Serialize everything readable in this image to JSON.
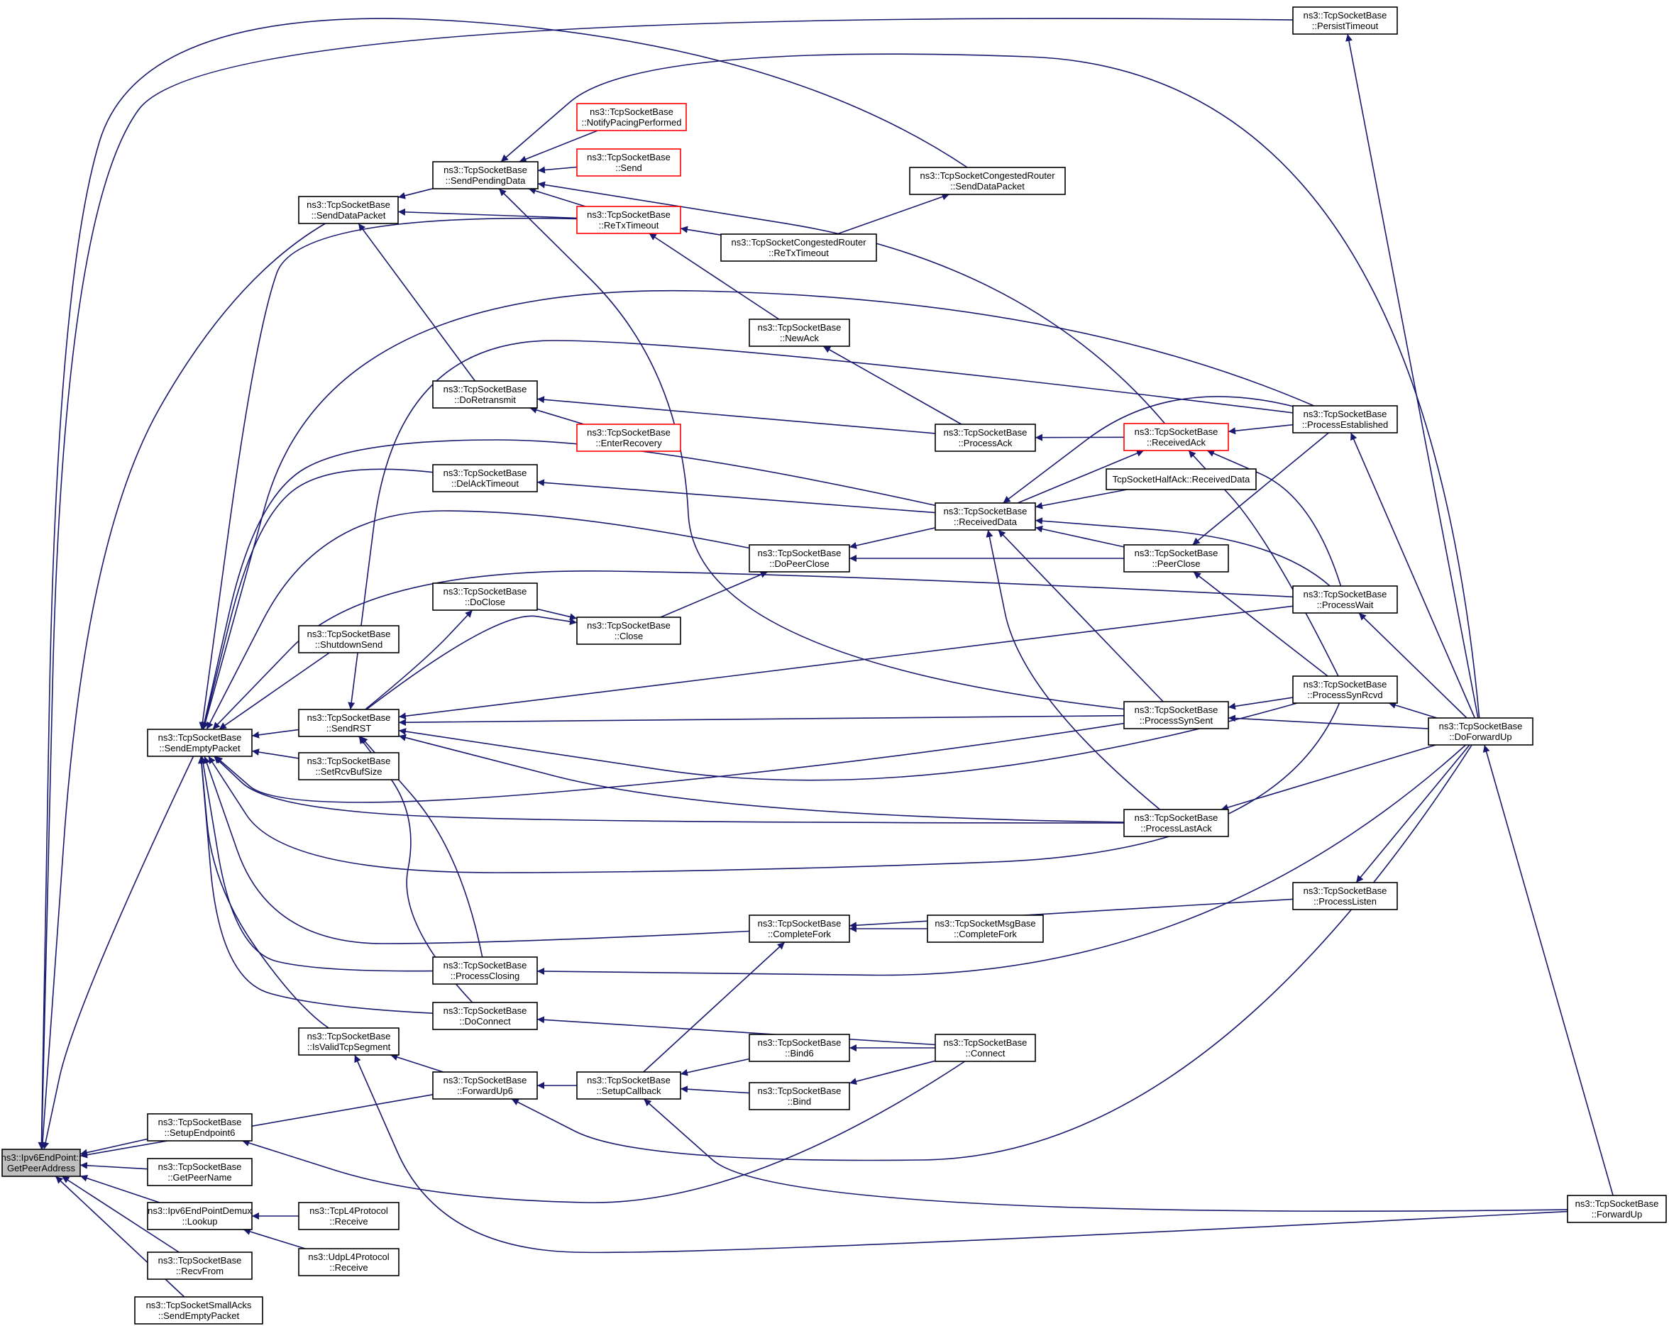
{
  "diagram": {
    "edge_color": "#191970",
    "node_border_color": "#000000",
    "highlight_border_color": "#ff0000",
    "focus_fill": "#bfbfbf",
    "nodes": [
      {
        "id": "n0",
        "lines": [
          "ns3::Ipv6EndPoint::",
          "GetPeerAddress"
        ],
        "focus": true
      },
      {
        "id": "n1",
        "lines": [
          "ns3::TcpSocketBase",
          "::SendEmptyPacket"
        ]
      },
      {
        "id": "n2",
        "lines": [
          "ns3::TcpSocketBase",
          "::SendDataPacket"
        ]
      },
      {
        "id": "n3",
        "lines": [
          "ns3::TcpSocketBase",
          "::SendPendingData"
        ]
      },
      {
        "id": "n4",
        "lines": [
          "ns3::TcpSocketBase",
          "::NotifyPacingPerformed"
        ],
        "red": true
      },
      {
        "id": "n5",
        "lines": [
          "ns3::TcpSocketBase",
          "::Send"
        ],
        "red": true
      },
      {
        "id": "n6",
        "lines": [
          "ns3::TcpSocketBase",
          "::ReTxTimeout"
        ],
        "red": true
      },
      {
        "id": "n7",
        "lines": [
          "ns3::TcpSocketCongestedRouter",
          "::SendDataPacket"
        ]
      },
      {
        "id": "n8",
        "lines": [
          "ns3::TcpSocketCongestedRouter",
          "::ReTxTimeout"
        ]
      },
      {
        "id": "n9",
        "lines": [
          "ns3::TcpSocketBase",
          "::NewAck"
        ]
      },
      {
        "id": "n10",
        "lines": [
          "ns3::TcpSocketBase",
          "::DoRetransmit"
        ]
      },
      {
        "id": "n11",
        "lines": [
          "ns3::TcpSocketBase",
          "::EnterRecovery"
        ],
        "red": true
      },
      {
        "id": "n12",
        "lines": [
          "ns3::TcpSocketBase",
          "::ProcessAck"
        ]
      },
      {
        "id": "n13",
        "lines": [
          "ns3::TcpSocketBase",
          "::ReceivedAck"
        ],
        "red": true
      },
      {
        "id": "n14",
        "lines": [
          "ns3::TcpSocketBase",
          "::ProcessEstablished"
        ]
      },
      {
        "id": "n15",
        "lines": [
          "ns3::TcpSocketBase",
          "::PersistTimeout"
        ]
      },
      {
        "id": "n16",
        "lines": [
          "ns3::TcpSocketBase",
          "::DelAckTimeout"
        ]
      },
      {
        "id": "n17",
        "lines": [
          "ns3::TcpSocketBase",
          "::ReceivedData"
        ]
      },
      {
        "id": "n18",
        "lines": [
          "TcpSocketHalfAck::ReceivedData"
        ]
      },
      {
        "id": "n19",
        "lines": [
          "ns3::TcpSocketBase",
          "::DoPeerClose"
        ]
      },
      {
        "id": "n20",
        "lines": [
          "ns3::TcpSocketBase",
          "::PeerClose"
        ]
      },
      {
        "id": "n21",
        "lines": [
          "ns3::TcpSocketBase",
          "::DoClose"
        ]
      },
      {
        "id": "n22",
        "lines": [
          "ns3::TcpSocketBase",
          "::Close"
        ]
      },
      {
        "id": "n23",
        "lines": [
          "ns3::TcpSocketBase",
          "::ProcessWait"
        ]
      },
      {
        "id": "n24",
        "lines": [
          "ns3::TcpSocketBase",
          "::ShutdownSend"
        ]
      },
      {
        "id": "n25",
        "lines": [
          "ns3::TcpSocketBase",
          "::SendRST"
        ]
      },
      {
        "id": "n26",
        "lines": [
          "ns3::TcpSocketBase",
          "::ProcessSynRcvd"
        ]
      },
      {
        "id": "n27",
        "lines": [
          "ns3::TcpSocketBase",
          "::ProcessSynSent"
        ]
      },
      {
        "id": "n28",
        "lines": [
          "ns3::TcpSocketBase",
          "::DoForwardUp"
        ]
      },
      {
        "id": "n29",
        "lines": [
          "ns3::TcpSocketBase",
          "::SetRcvBufSize"
        ]
      },
      {
        "id": "n30",
        "lines": [
          "ns3::TcpSocketBase",
          "::ProcessLastAck"
        ]
      },
      {
        "id": "n31",
        "lines": [
          "ns3::TcpSocketBase",
          "::ProcessListen"
        ]
      },
      {
        "id": "n32",
        "lines": [
          "ns3::TcpSocketBase",
          "::CompleteFork"
        ]
      },
      {
        "id": "n33",
        "lines": [
          "ns3::TcpSocketMsgBase",
          "::CompleteFork"
        ]
      },
      {
        "id": "n34",
        "lines": [
          "ns3::TcpSocketBase",
          "::ProcessClosing"
        ]
      },
      {
        "id": "n35",
        "lines": [
          "ns3::TcpSocketBase",
          "::DoConnect"
        ]
      },
      {
        "id": "n36",
        "lines": [
          "ns3::TcpSocketBase",
          "::IsValidTcpSegment"
        ]
      },
      {
        "id": "n37",
        "lines": [
          "ns3::TcpSocketBase",
          "::Connect"
        ]
      },
      {
        "id": "n38",
        "lines": [
          "ns3::TcpSocketBase",
          "::Bind6"
        ]
      },
      {
        "id": "n39",
        "lines": [
          "ns3::TcpSocketBase",
          "::ForwardUp6"
        ]
      },
      {
        "id": "n40",
        "lines": [
          "ns3::TcpSocketBase",
          "::SetupCallback"
        ]
      },
      {
        "id": "n41",
        "lines": [
          "ns3::TcpSocketBase",
          "::Bind"
        ]
      },
      {
        "id": "n42",
        "lines": [
          "ns3::TcpSocketBase",
          "::SetupEndpoint6"
        ]
      },
      {
        "id": "n43",
        "lines": [
          "ns3::TcpSocketBase",
          "::GetPeerName"
        ]
      },
      {
        "id": "n44",
        "lines": [
          "ns3::Ipv6EndPointDemux",
          "::Lookup"
        ]
      },
      {
        "id": "n45",
        "lines": [
          "ns3::TcpL4Protocol",
          "::Receive"
        ]
      },
      {
        "id": "n46",
        "lines": [
          "ns3::UdpL4Protocol",
          "::Receive"
        ]
      },
      {
        "id": "n47",
        "lines": [
          "ns3::TcpSocketBase",
          "::RecvFrom"
        ]
      },
      {
        "id": "n48",
        "lines": [
          "ns3::TcpSocketBase",
          "::ForwardUp"
        ]
      },
      {
        "id": "n49",
        "lines": [
          "ns3::TcpSocketSmallAcks",
          "::SendEmptyPacket"
        ]
      }
    ]
  }
}
